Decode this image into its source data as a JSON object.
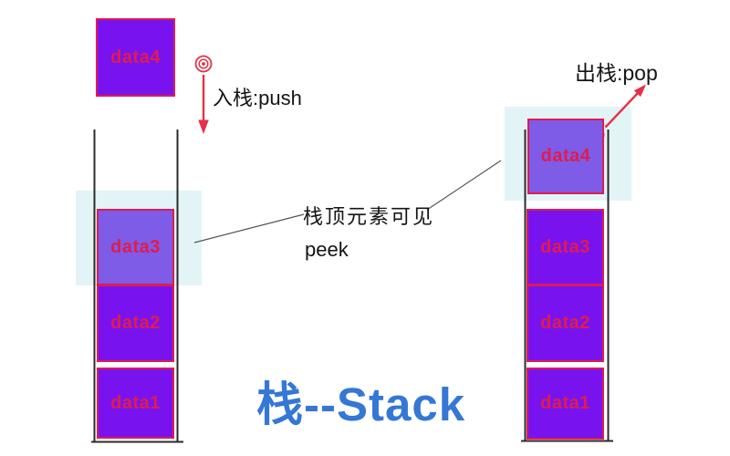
{
  "diagram": {
    "title": "栈--Stack",
    "push_label": "入栈:push",
    "pop_label": "出栈:pop",
    "peek_note_cn": "栈顶元素可见",
    "peek_note_en": "peek"
  },
  "left_stack": {
    "incoming_block": {
      "label": "data4",
      "variant": "bright"
    },
    "blocks": [
      {
        "label": "data3",
        "variant": "light"
      },
      {
        "label": "data2",
        "variant": "bright"
      },
      {
        "label": "data1",
        "variant": "bright"
      }
    ]
  },
  "right_stack": {
    "blocks": [
      {
        "label": "data4",
        "variant": "light"
      },
      {
        "label": "data3",
        "variant": "bright"
      },
      {
        "label": "data2",
        "variant": "bright"
      },
      {
        "label": "data1",
        "variant": "bright"
      }
    ]
  },
  "icons": {
    "push_arrow": "down-arrow-icon",
    "pop_arrow": "up-right-arrow-icon",
    "anchor": "target-spiral-icon"
  },
  "colors": {
    "block_bright": "#7813EF",
    "block_light": "#7E5CE8",
    "block_border": "#DC1C52",
    "block_text": "#E01C4E",
    "arrow_red": "#E63046",
    "highlight_cyan": "#E3F4F6",
    "title_blue": "#3577D4",
    "wall_dark": "#2B2B2B",
    "connector_gray": "#555555",
    "label_black": "#141414"
  }
}
